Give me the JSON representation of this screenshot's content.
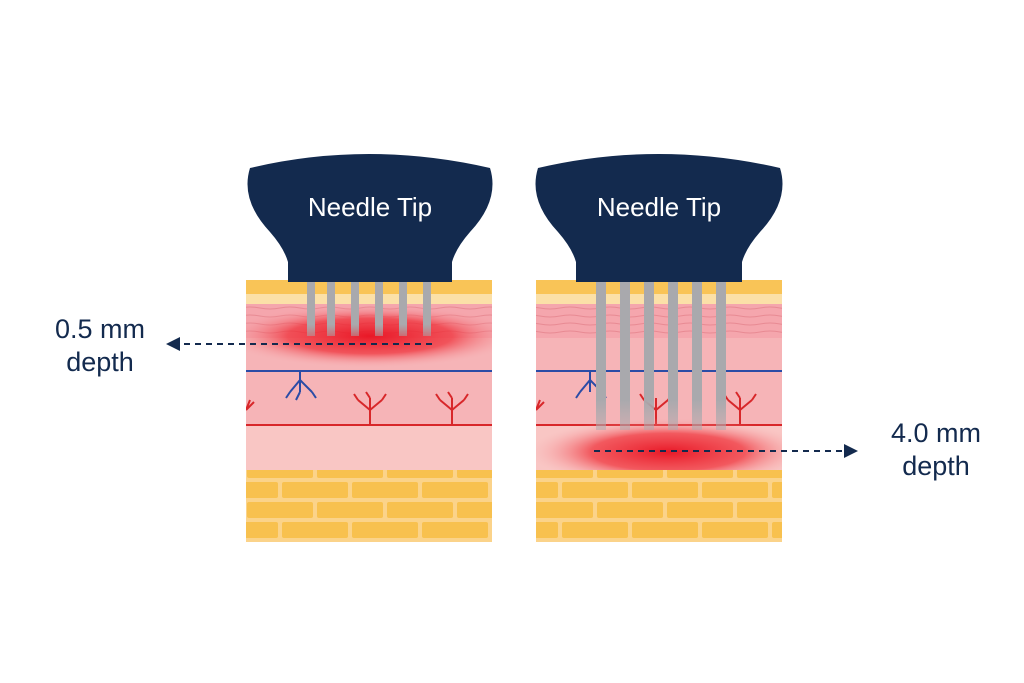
{
  "diagram": {
    "left_panel": {
      "head_label": "Needle Tip",
      "depth_value": "0.5 mm",
      "depth_word": "depth"
    },
    "right_panel": {
      "head_label": "Needle Tip",
      "depth_value": "4.0 mm",
      "depth_word": "depth"
    }
  },
  "colors": {
    "head": "#132a4e",
    "needle": "#a9a9ad",
    "heat": "#e8101f",
    "skin_top": "#f9c457",
    "skin_pink": "#f6b4b7",
    "fat": "#f8c14f",
    "vessel_blue": "#2b4ca6",
    "vessel_red": "#d8272a",
    "arrow": "#132a4e"
  }
}
